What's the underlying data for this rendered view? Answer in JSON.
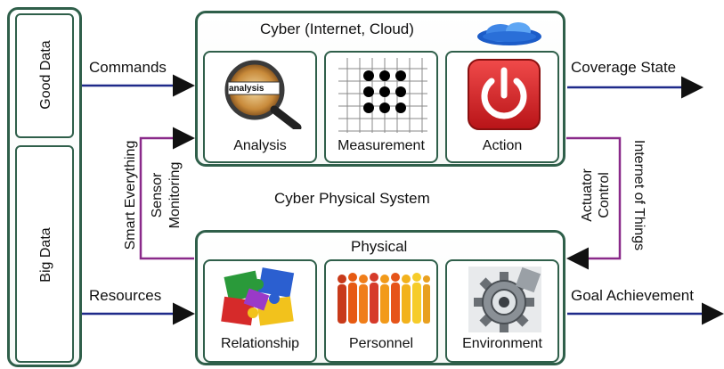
{
  "left_panel": {
    "top_label": "Good Data",
    "bottom_label": "Big Data"
  },
  "cyber": {
    "title": "Cyber (Internet, Cloud)",
    "cards": [
      {
        "label": "Analysis",
        "image_text": "analysis",
        "icon": "magnifier-icon"
      },
      {
        "label": "Measurement",
        "icon": "dot-grid-icon"
      },
      {
        "label": "Action",
        "icon": "power-icon"
      }
    ],
    "cloud_icon": "cloud-icon"
  },
  "physical": {
    "title": "Physical",
    "cards": [
      {
        "label": "Relationship",
        "icon": "puzzle-icon"
      },
      {
        "label": "Personnel",
        "icon": "people-icon"
      },
      {
        "label": "Environment",
        "icon": "gear-icon"
      }
    ]
  },
  "center_label": "Cyber Physical System",
  "arrows": {
    "commands": "Commands",
    "resources": "Resources",
    "coverage_state": "Coverage State",
    "goal_achievement": "Goal Achievement",
    "smart_everything": "Smart Everything",
    "sensor_monitoring_1": "Sensor",
    "sensor_monitoring_2": "Monitoring",
    "actuator_control_1": "Actuator",
    "actuator_control_2": "Control",
    "internet_of_things": "Internet of Things"
  },
  "colors": {
    "border": "#2f5f4a",
    "blue_arrow": "#1f2a8a",
    "purple_arrow": "#8a2a8a",
    "power_red": "#d8262c"
  }
}
